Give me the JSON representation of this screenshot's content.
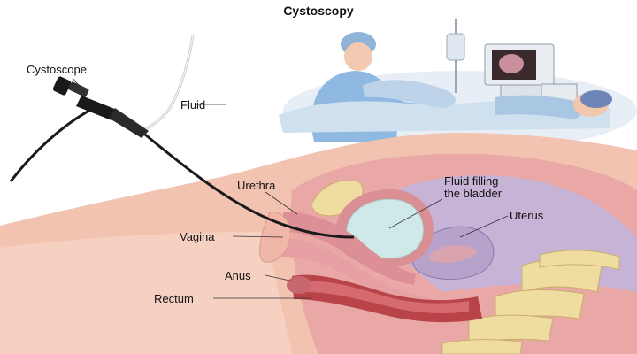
{
  "title": "Cystoscopy",
  "labels": {
    "cystoscope": "Cystoscope",
    "fluid": "Fluid",
    "urethra": "Urethra",
    "fluid_filling_line1": "Fluid filling",
    "fluid_filling_line2": "the bladder",
    "uterus": "Uterus",
    "vagina": "Vagina",
    "anus": "Anus",
    "rectum": "Rectum"
  },
  "colors": {
    "skin": "#f2c3b0",
    "tissue_pink": "#e8a4a4",
    "bladder_fluid": "#cfe9e8",
    "bone": "#efdca0",
    "uterus_purple": "#b7a2cc",
    "rectum_red": "#b8444a",
    "gown_blue": "#a7c8e3",
    "scope_black": "#1a1a1a"
  }
}
